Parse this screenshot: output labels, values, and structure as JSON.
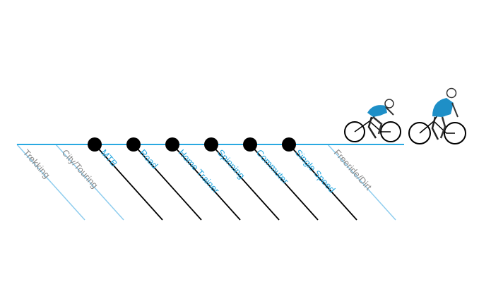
{
  "colors": {
    "accent": "#29a9e1",
    "light_line": "#8fcdee",
    "grey_text": "#8a8a8a",
    "black": "#000000",
    "jersey": "#1e8fc7"
  },
  "categories": [
    {
      "label": "Trekking",
      "active": false
    },
    {
      "label": "City/Touring",
      "active": false
    },
    {
      "label": "MTB",
      "active": true
    },
    {
      "label": "Road",
      "active": true
    },
    {
      "label": "Home Trainer",
      "active": true
    },
    {
      "label": "Spinning",
      "active": true
    },
    {
      "label": "Commuter",
      "active": true
    },
    {
      "label": "Single Speed",
      "active": true
    },
    {
      "label": "Freeride/Dirt",
      "active": false
    }
  ],
  "icons": {
    "cyclist_small": "cyclist-icon",
    "cyclist_large": "cyclist-icon"
  }
}
